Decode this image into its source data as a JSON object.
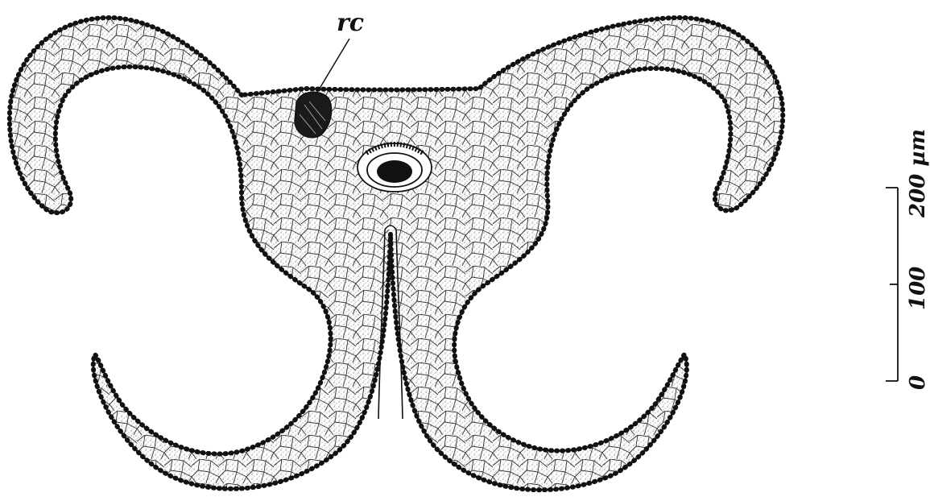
{
  "labels": {
    "rc": "rc"
  },
  "scale_bar": {
    "unit": "µm",
    "ticks": [
      "0",
      "100",
      "200"
    ],
    "top_label": "200 µm"
  },
  "colors": {
    "ink": "#111111",
    "tissue_fill": "#f2f2f2",
    "cell_line": "#333333",
    "background": "#ffffff"
  }
}
